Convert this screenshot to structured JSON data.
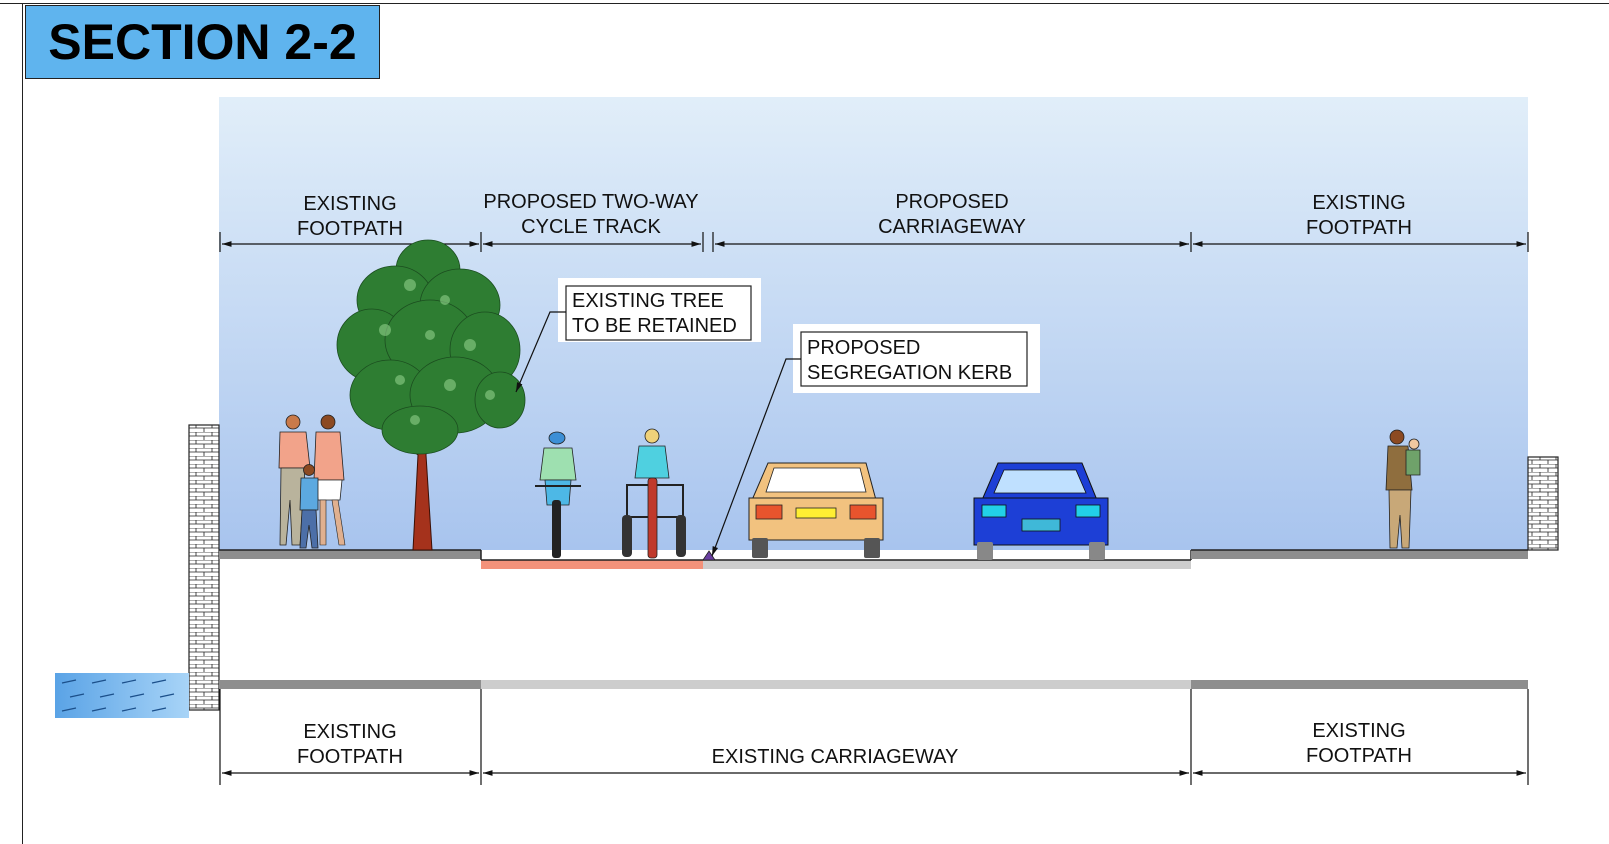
{
  "title": "SECTION 2-2",
  "top_dimensions": [
    {
      "line1": "EXISTING",
      "line2": "FOOTPATH"
    },
    {
      "line1": "PROPOSED TWO-WAY",
      "line2": "CYCLE TRACK"
    },
    {
      "line1": "PROPOSED",
      "line2": "CARRIAGEWAY"
    },
    {
      "line1": "EXISTING",
      "line2": "FOOTPATH"
    }
  ],
  "bottom_dimensions": [
    {
      "line1": "EXISTING",
      "line2": "FOOTPATH"
    },
    {
      "line1": "",
      "line2": "EXISTING CARRIAGEWAY"
    },
    {
      "line1": "EXISTING",
      "line2": "FOOTPATH"
    }
  ],
  "callouts": {
    "tree": {
      "line1": "EXISTING TREE",
      "line2": "TO BE RETAINED"
    },
    "kerb": {
      "line1": "PROPOSED",
      "line2": "SEGREGATION KERB"
    }
  },
  "colors": {
    "title_bg": "#5fb4ee",
    "sky_top": "#e1eef9",
    "sky_bottom": "#a8c4ee",
    "cycle_track": "#f4927a",
    "tree_foliage": "#2e7d32",
    "car_orange": "#f2c27f",
    "car_blue": "#1d3fd6",
    "water": "#6fb1ea"
  }
}
